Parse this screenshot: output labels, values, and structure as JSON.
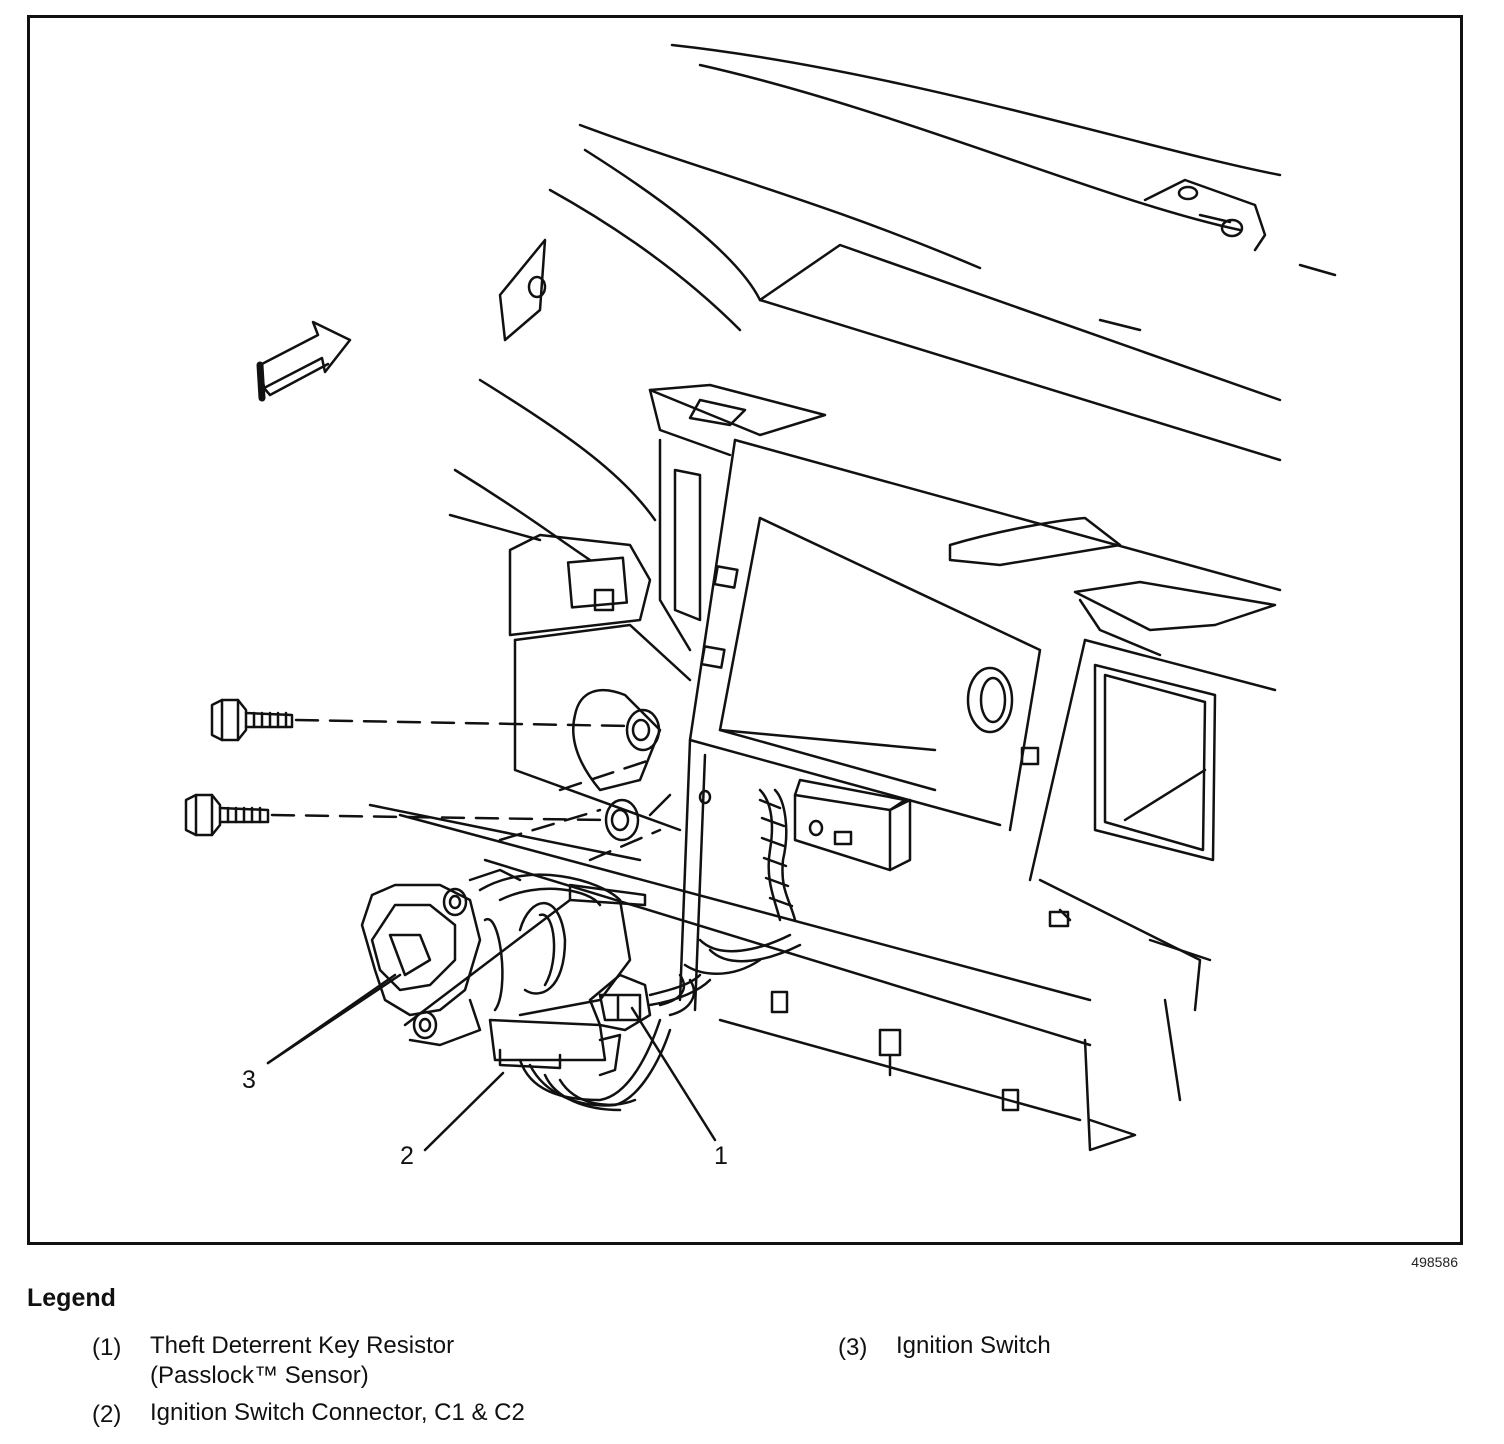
{
  "figure": {
    "figure_id": "498586"
  },
  "callouts": [
    {
      "label": "1"
    },
    {
      "label": "2"
    },
    {
      "label": "3"
    }
  ],
  "legend": {
    "title": "Legend",
    "items": [
      {
        "number": "(1)",
        "line1": "Theft Deterrent Key Resistor",
        "line2": "(Passlock™ Sensor)"
      },
      {
        "number": "(2)",
        "line1": "Ignition Switch Connector, C1 & C2",
        "line2": ""
      },
      {
        "number": "(3)",
        "line1": "Ignition Switch",
        "line2": ""
      }
    ]
  }
}
